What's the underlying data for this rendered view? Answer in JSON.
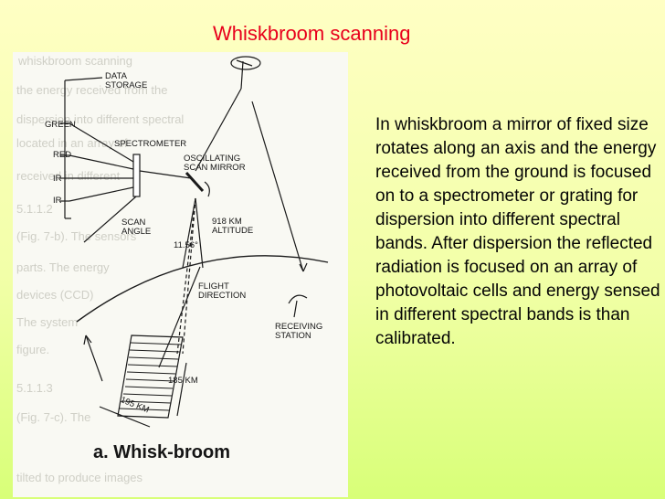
{
  "slide": {
    "title": "Whiskbroom scanning",
    "body": "In whiskbroom  a mirror of fixed size rotates along an axis and the energy received from the ground is focused on to a spectrometer or grating for dispersion into different spectral bands. After dispersion the reflected radiation is focused on an array of photovoltaic cells and energy sensed in different spectral bands is than calibrated."
  },
  "figure": {
    "caption": "a. Whisk-broom",
    "labels": {
      "data_storage": "DATA\nSTORAGE",
      "green": "GREEN",
      "red": "RED",
      "ir1": "IR",
      "ir2": "IR",
      "spectrometer": "SPECTROMETER",
      "oscillating_mirror": "OSCILLATING\nSCAN MIRROR",
      "scan_angle": "SCAN\nANGLE",
      "altitude": "918 KM\nALTITUDE",
      "angle_value": "11.56°",
      "flight_direction": "FLIGHT\nDIRECTION",
      "receiving_station": "RECEIVING\nSTATION",
      "swath_185": "185 KM",
      "swath_195": "195 KM"
    },
    "colors": {
      "ink": "#1a1a1a",
      "background": "#f9f9f3"
    }
  }
}
